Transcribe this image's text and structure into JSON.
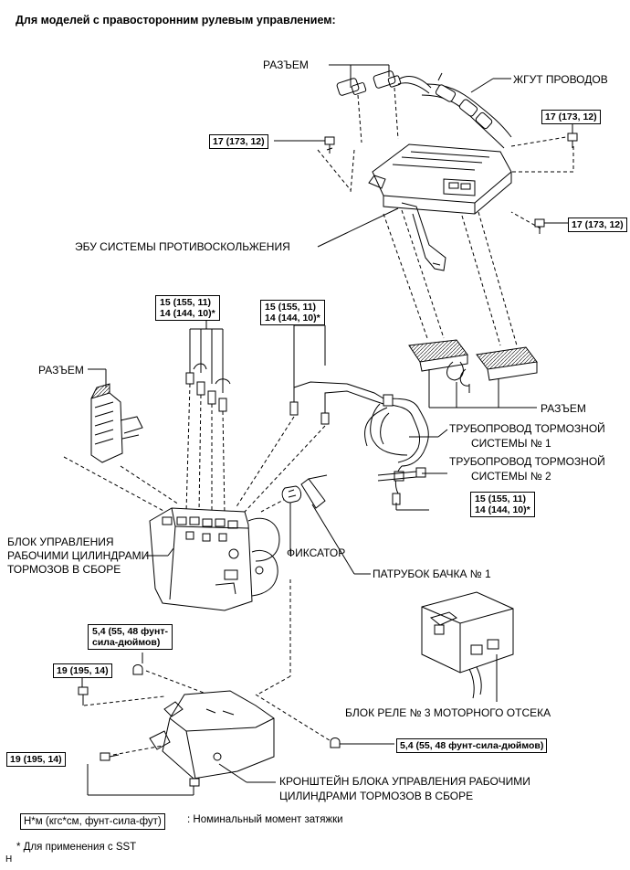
{
  "title": "Для моделей с правосторонним рулевым управлением:",
  "labels": {
    "connector_top": "РАЗЪЕМ",
    "wire_harness": "ЖГУТ ПРОВОДОВ",
    "ecu": "ЭБУ СИСТЕМЫ ПРОТИВОСКОЛЬЖЕНИЯ",
    "connector_left": "РАЗЪЕМ",
    "connector_right": "РАЗЪЕМ",
    "brake_line_1_a": "ТРУБОПРОВОД ТОРМОЗНОЙ",
    "brake_line_1_b": "СИСТЕМЫ № 1",
    "brake_line_2_a": "ТРУБОПРОВОД ТОРМОЗНОЙ",
    "brake_line_2_b": "СИСТЕМЫ № 2",
    "actuator_a": "БЛОК УПРАВЛЕНИЯ",
    "actuator_b": "РАБОЧИМИ ЦИЛИНДРАМИ",
    "actuator_c": "ТОРМОЗОВ В СБОРЕ",
    "clip": "ФИКСАТОР",
    "reservoir_hose": "ПАТРУБОК БАЧКА № 1",
    "relay_block": "БЛОК РЕЛЕ № 3 МОТОРНОГО ОТСЕКА",
    "bracket_a": "КРОНШТЕЙН БЛОКА УПРАВЛЕНИЯ РАБОЧИМИ",
    "bracket_b": "ЦИЛИНДРАМИ ТОРМОЗОВ В СБОРЕ"
  },
  "torques": {
    "ecu_left": "17 (173, 12)",
    "ecu_right_top": "17 (173, 12)",
    "ecu_right_low": "17 (173, 12)",
    "line_left_a": "15 (155, 11)",
    "line_left_b": "14 (144, 10)*",
    "line_mid_a": "15 (155, 11)",
    "line_mid_b": "14 (144, 10)*",
    "line_right_a": "15 (155, 11)",
    "line_right_b": "14 (144, 10)*",
    "nut_left_a": "5,4 (55, 48 фунт-",
    "nut_left_b": "сила-дюймов)",
    "bolt_19_a": "19 (195, 14)",
    "bolt_19_b": "19 (195, 14)",
    "nut_right": "5,4 (55, 48 фунт-сила-дюймов)"
  },
  "legend": {
    "box": "Н*м (кгс*см, фунт-сила-фут)",
    "text": ": Номинальный момент затяжки",
    "sst": "* Для применения с SST",
    "corner": "H"
  }
}
